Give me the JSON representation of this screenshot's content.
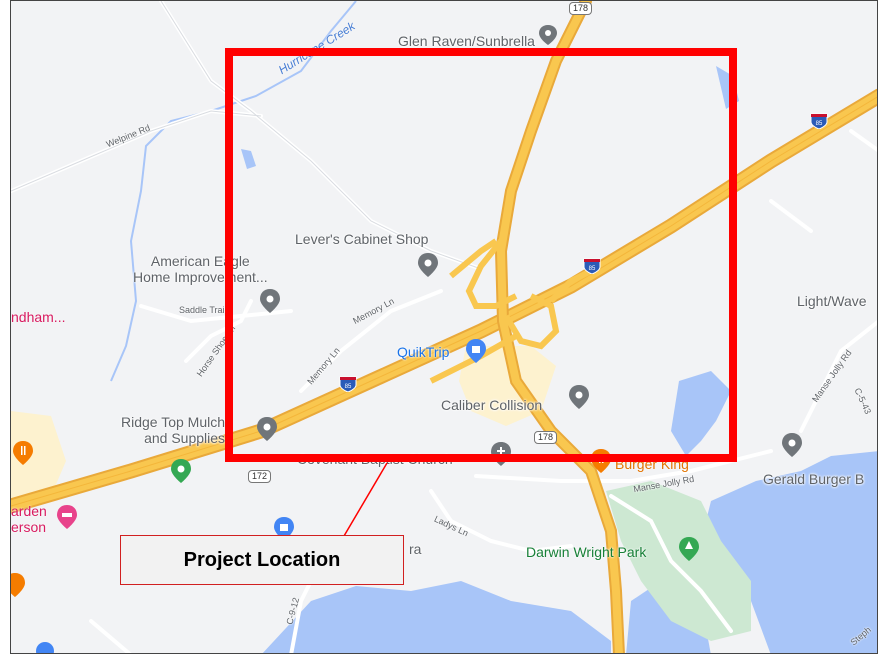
{
  "map": {
    "colors": {
      "land": "#f2f3f5",
      "water": "#a8c5f8",
      "park": "#cde8d2",
      "highway": "#f9c74f",
      "highway_edge": "#e9a93a",
      "commercial": "#fdf2cf",
      "project_box": "#ff0000"
    },
    "labels": {
      "hurricane_creek": "Hurricane Creek",
      "glen_raven": "Glen Raven/Sunbrella",
      "welpine_rd": "Welpine Rd",
      "levers": "Lever's Cabinet Shop",
      "american_eagle": "American Eagle\nHome Improvement...",
      "saddle_trail": "Saddle Trail",
      "memory_ln_1": "Memory Ln",
      "memory_ln_2": "Memory Ln",
      "horse_shoe": "Horse Shoe Trl",
      "quiktrip": "QuikTrip",
      "caliber": "Caliber Collision",
      "ridge_top": "Ridge Top Mulch\nand Supplies",
      "covenant": "Covenant Baptist Church",
      "burger_king": "Burger King",
      "manse_jolly_1": "Manse Jolly Rd",
      "manse_jolly_2": "Manse Jolly Rd",
      "gerald": "Gerald Burger B",
      "light_wave": "Light/Wave",
      "darwin": "Darwin Wright Park",
      "ladys_ln": "Ladys Ln",
      "wyndham": "ndham...",
      "garden": "arden\nerson",
      "ra": "ra",
      "c9": "C-9-12",
      "c5": "C-5-43",
      "steph": "Steph"
    },
    "shields": {
      "i85_a": "85",
      "i85_b": "85",
      "i85_c": "85",
      "us178_a": "178",
      "us178_b": "178",
      "sc172": "172"
    }
  },
  "callout": {
    "label": "Project Location"
  }
}
